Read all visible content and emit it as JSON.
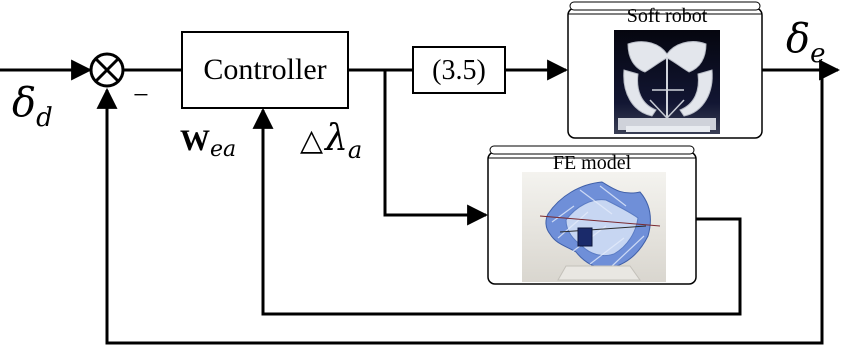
{
  "blocks": {
    "controller": "Controller",
    "equation_ref": "(3.5)",
    "soft_robot": "Soft robot",
    "fe_model": "FE model"
  },
  "signals": {
    "delta_d_symbol": "δ",
    "delta_d_subscript": "d",
    "delta_e_symbol": "δ",
    "delta_e_subscript": "e",
    "minus_sign": "−",
    "w_symbol": "W",
    "w_subscript": "ea",
    "lambda_prefix": "△",
    "lambda_symbol": "λ",
    "lambda_subscript": "a"
  },
  "summing_junction": "⊗",
  "colors": {
    "line": "#000000",
    "box_fill": "#ffffff",
    "robot_photo_background": "#0a0c1e",
    "robot_material": "#e3e6ec",
    "fe_background": "#ece9e3",
    "fe_mesh_blue": "#6f8fd8",
    "fe_mesh_light": "#c7d6f2"
  }
}
